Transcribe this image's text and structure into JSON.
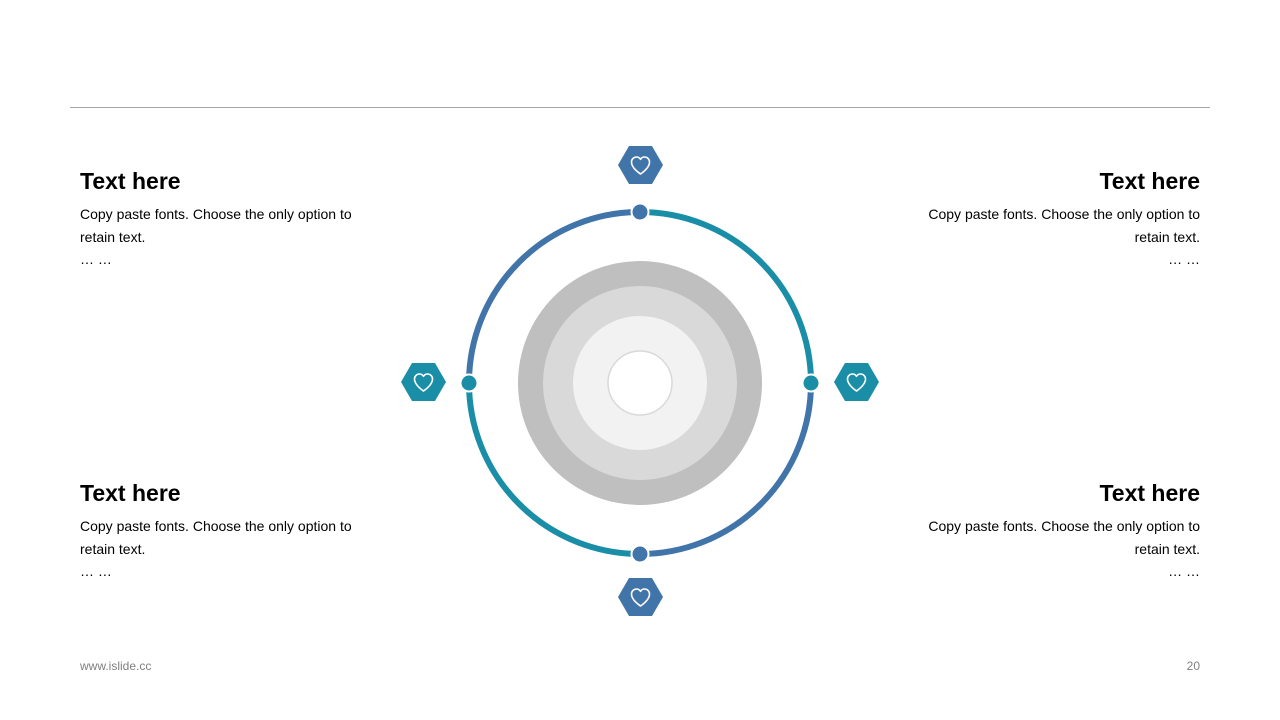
{
  "colors": {
    "blue": "#4174a9",
    "teal": "#1a8ea7",
    "ring_outer": "#bfbfbf",
    "ring_mid": "#d9d9d9",
    "ring_inner": "#f2f2f2",
    "rule": "#a6a6a6",
    "footer_text": "#7f7f7f"
  },
  "blocks": [
    {
      "title": "Text here",
      "line1": "Copy paste fonts. Choose the only option to",
      "line2": "retain text.",
      "line3": "… …"
    },
    {
      "title": "Text here",
      "line1": "Copy paste fonts. Choose the only option to",
      "line2": "retain text.",
      "line3": "… …"
    },
    {
      "title": "Text here",
      "line1": "Copy paste fonts. Choose the only option to",
      "line2": "retain text.",
      "line3": "… …"
    },
    {
      "title": "Text here",
      "line1": "Copy paste fonts. Choose the only option to",
      "line2": "retain text.",
      "line3": "… …"
    }
  ],
  "icons": {
    "top": "heart-icon",
    "right": "heart-icon",
    "bottom": "heart-icon",
    "left": "heart-icon"
  },
  "footer": {
    "url": "www.islide.cc",
    "page": "20"
  }
}
